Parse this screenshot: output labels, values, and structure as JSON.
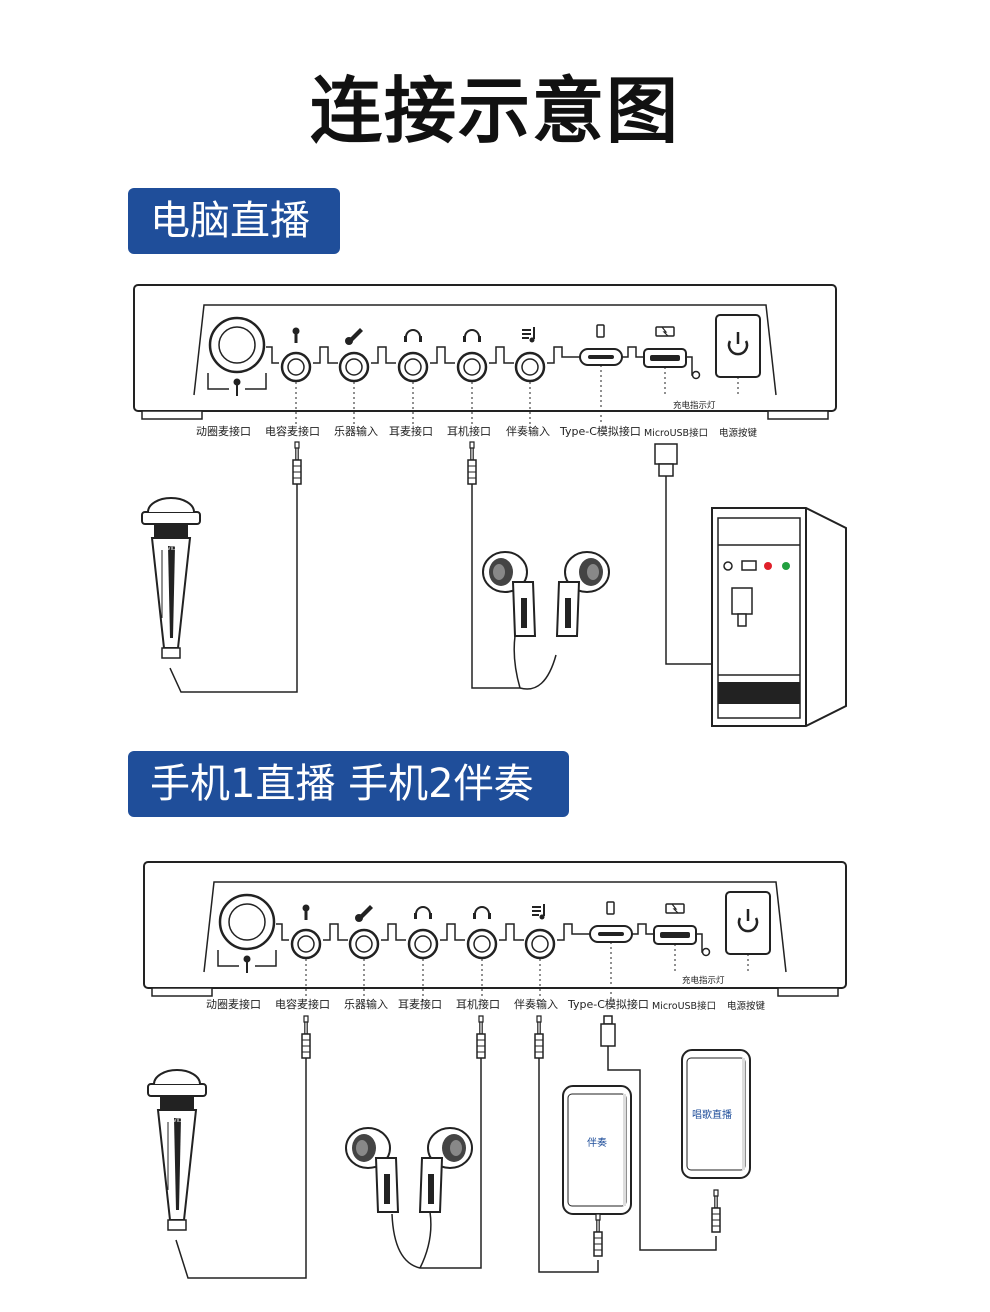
{
  "page": {
    "title": "连接示意图"
  },
  "sections": [
    {
      "tag": "电脑直播"
    },
    {
      "tag": "手机1直播 手机2伴奏"
    }
  ],
  "device": {
    "ports": [
      "动圈麦接口",
      "电容麦接口",
      "乐器输入",
      "耳麦接口",
      "耳机接口",
      "伴奏输入",
      "Type-C模拟接口",
      "MicroUSB接口",
      "电源按键"
    ],
    "charge_indicator": "充电指示灯"
  },
  "microphone": {
    "brand": "ME VIDA"
  },
  "phones": {
    "accompaniment": "伴奏",
    "live": "唱歌直播"
  },
  "colors": {
    "tag_bg": "#1f4e9a",
    "led_red": "#e0202a",
    "led_green": "#22a040"
  }
}
